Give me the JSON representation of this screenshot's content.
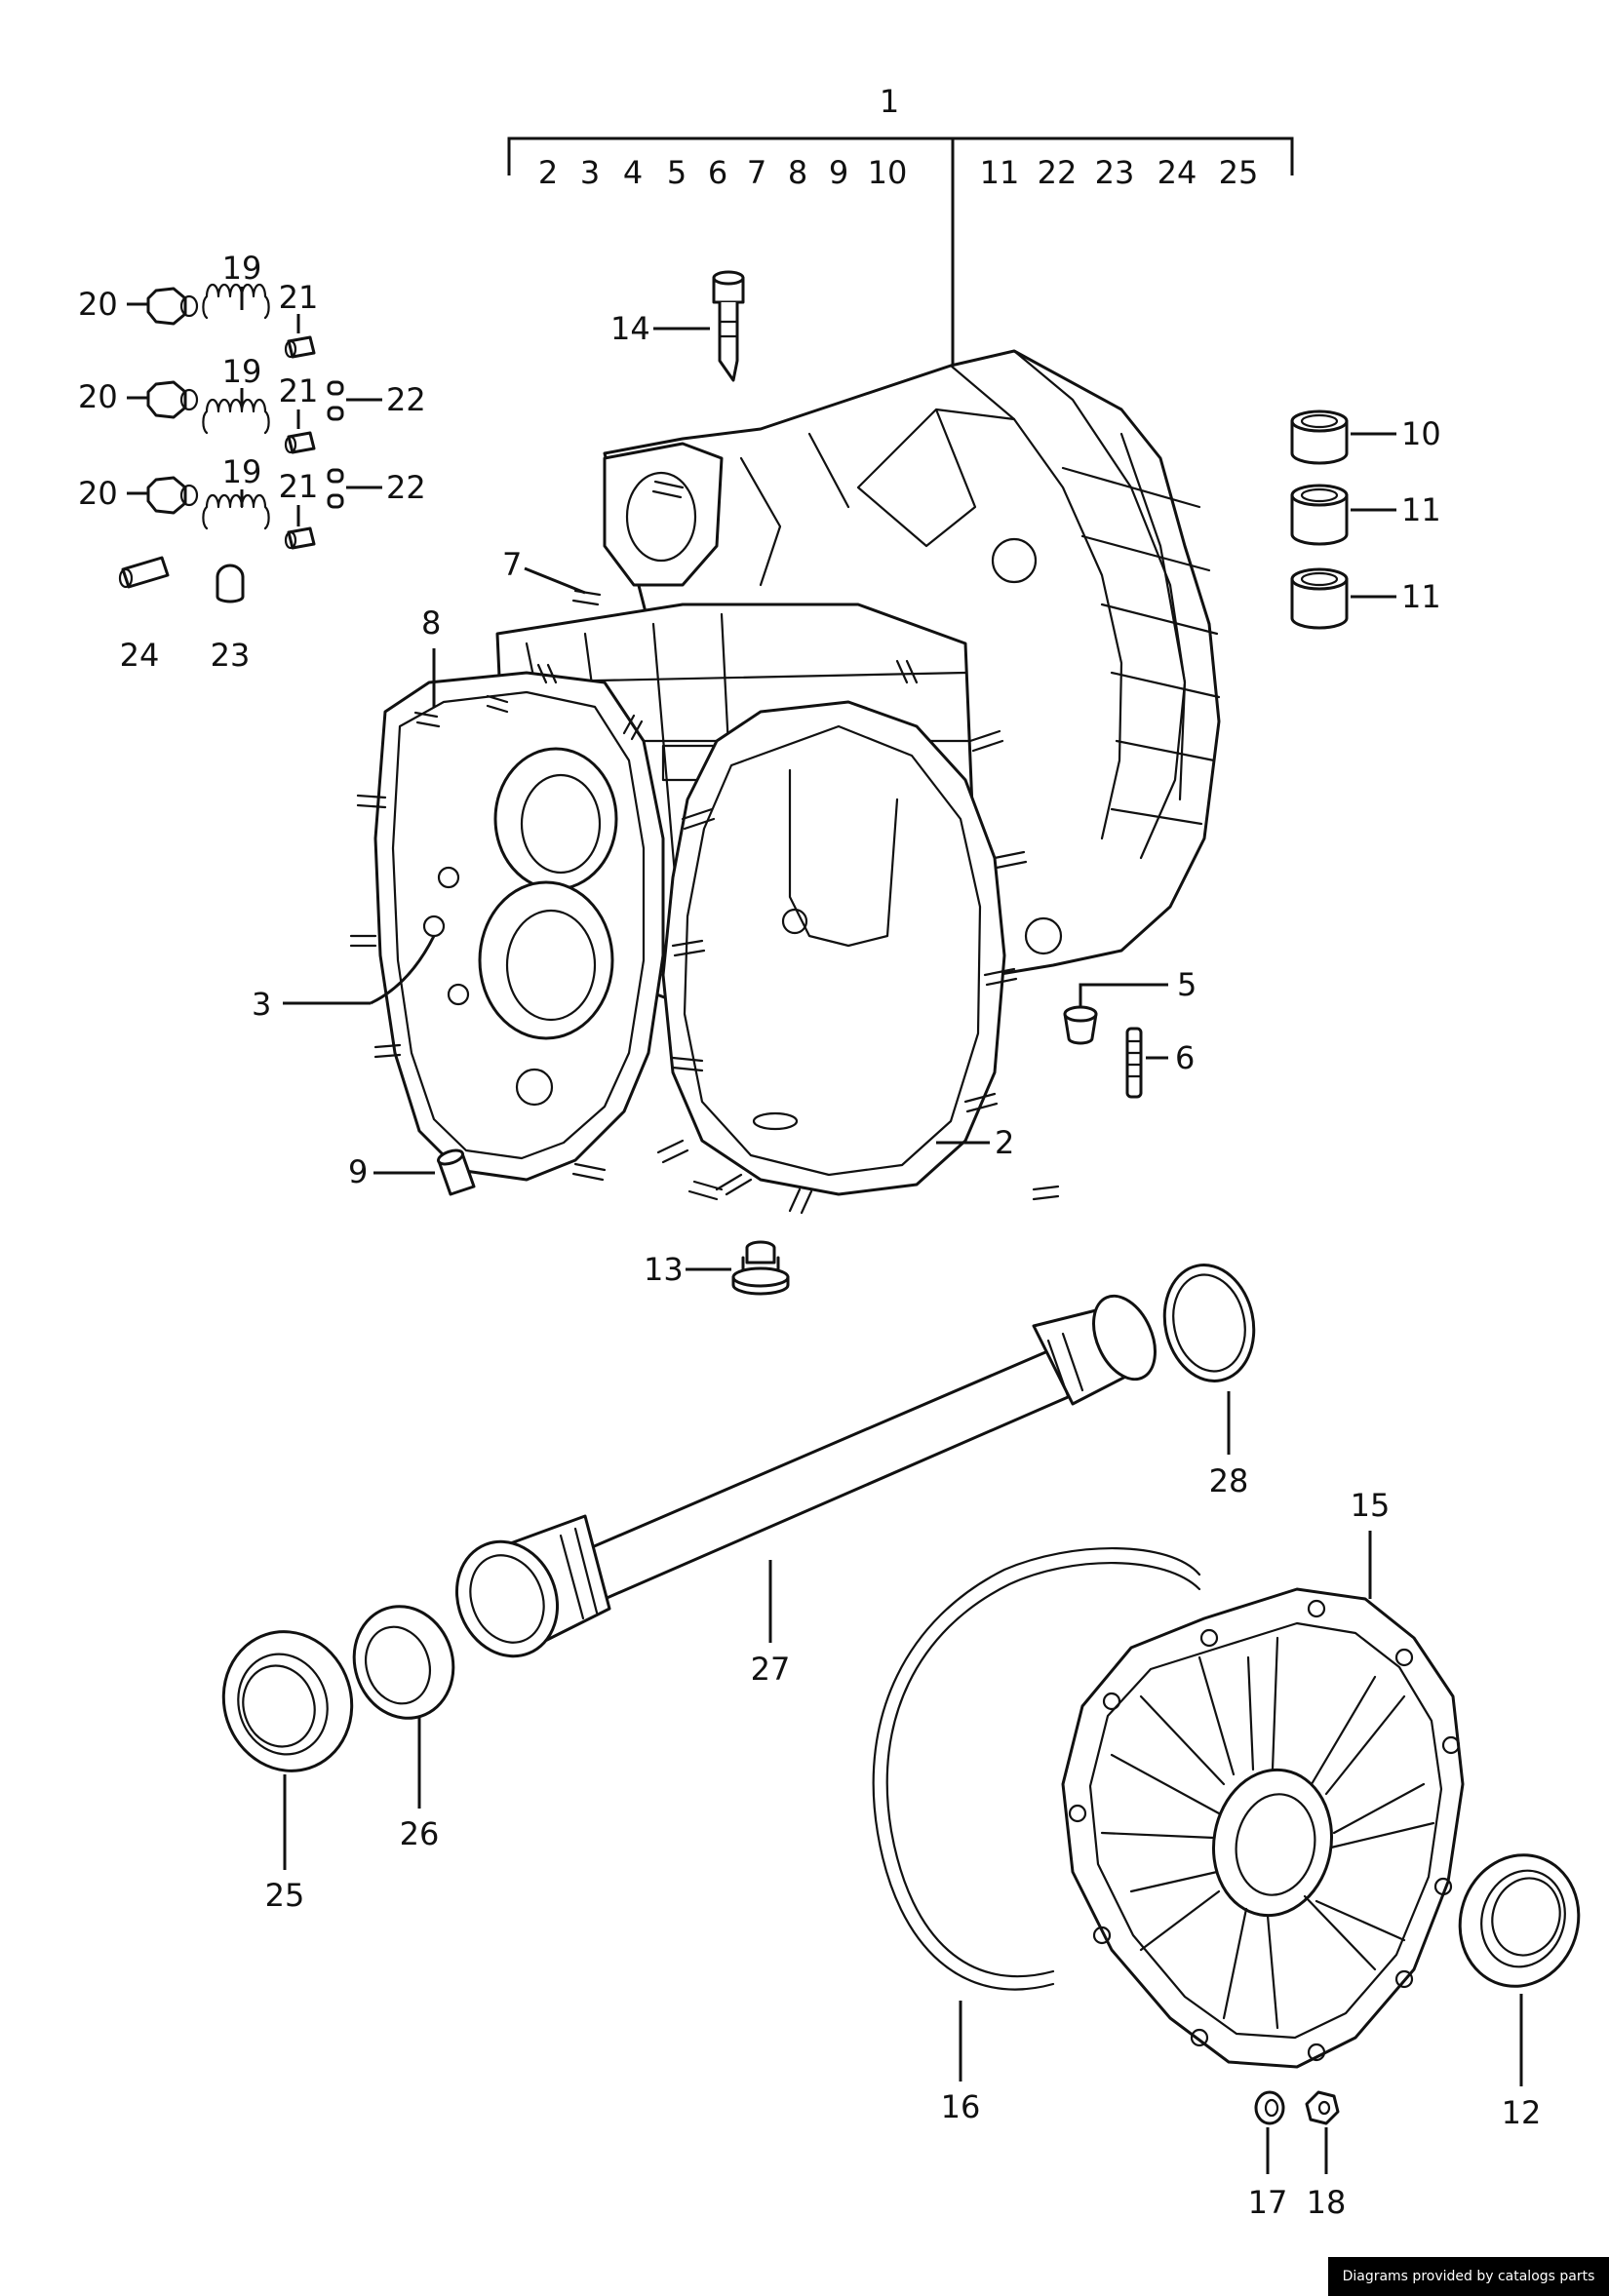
{
  "bracket": {
    "top": "1",
    "left_group": [
      "2",
      "3",
      "4",
      "5",
      "6",
      "7",
      "8",
      "9",
      "10"
    ],
    "right_group": [
      "11",
      "22",
      "23",
      "24",
      "25"
    ]
  },
  "callouts": {
    "c2": "2",
    "c3": "3",
    "c5": "5",
    "c6": "6",
    "c7": "7",
    "c8": "8",
    "c9": "9",
    "c10": "10",
    "c11a": "11",
    "c11b": "11",
    "c12": "12",
    "c13": "13",
    "c14": "14",
    "c15": "15",
    "c16": "16",
    "c17": "17",
    "c18": "18",
    "c19a": "19",
    "c19b": "19",
    "c19c": "19",
    "c20a": "20",
    "c20b": "20",
    "c20c": "20",
    "c21a": "21",
    "c21b": "21",
    "c21c": "21",
    "c22a": "22",
    "c22b": "22",
    "c23": "23",
    "c24": "24",
    "c25": "25",
    "c26": "26",
    "c27": "27",
    "c28": "28"
  },
  "footer": {
    "credit": "Diagrams provided by catalogs parts"
  }
}
